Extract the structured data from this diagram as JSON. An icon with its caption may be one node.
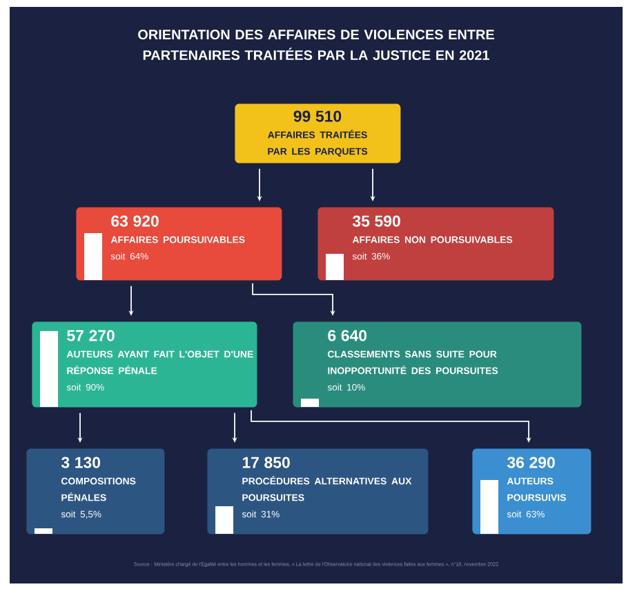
{
  "diagram": {
    "title": "ORIENTATION DES AFFAIRES DE VIOLENCES ENTRE PARTENAIRES TRAITÉES PAR LA JUSTICE EN 2021",
    "nodes": [
      {
        "text": [
          "99 510",
          "AFFAIRES TRAITÉES PAR LES PARQUETS"
        ]
      },
      {
        "text": [
          "63 920",
          "AFFAIRES POURSUIVABLES",
          "soit 64%"
        ]
      },
      {
        "text": [
          "35 590",
          "AFFAIRES NON POURSUIVABLES",
          "soit 36%"
        ]
      },
      {
        "text": [
          "57 270",
          "AUTEURS AYANT FAIT L'OBJET D'UNE RÉPONSE PÉNALE",
          "soit 90%"
        ]
      },
      {
        "text": [
          "6 640",
          "CLASSEMENTS SANS SUITE POUR INOPPORTUNITÉ DES POURSUITES",
          "soit 10%"
        ]
      },
      {
        "text": [
          "3 130",
          "COMPOSITIONS PÉNALES",
          "soit 5,5%"
        ]
      },
      {
        "text": [
          "17 850",
          "PROCÉDURES ALTERNATIVES AUX POURSUITES",
          "soit 31%"
        ]
      },
      {
        "text": [
          "36 290",
          "AUTEURS POURSUIVIS",
          "soit 63%"
        ]
      }
    ],
    "edges": [
      {
        "from": 0,
        "to": 1,
        "arrow": "to"
      },
      {
        "from": 0,
        "to": 2,
        "arrow": "to"
      },
      {
        "from": 1,
        "to": 3,
        "arrow": "to"
      },
      {
        "from": 1,
        "to": 4,
        "arrow": "to"
      },
      {
        "from": 3,
        "to": 5,
        "arrow": "to"
      },
      {
        "from": 3,
        "to": 6,
        "arrow": "to"
      },
      {
        "from": 3,
        "to": 7,
        "arrow": "to"
      }
    ],
    "labels": [
      "Source : Ministère chargé de l'Égalité entre les hommes et les femmes, « La lettre de l'Observatoire national des violences faites aux femmes », n°18, novembre 2022"
    ]
  }
}
